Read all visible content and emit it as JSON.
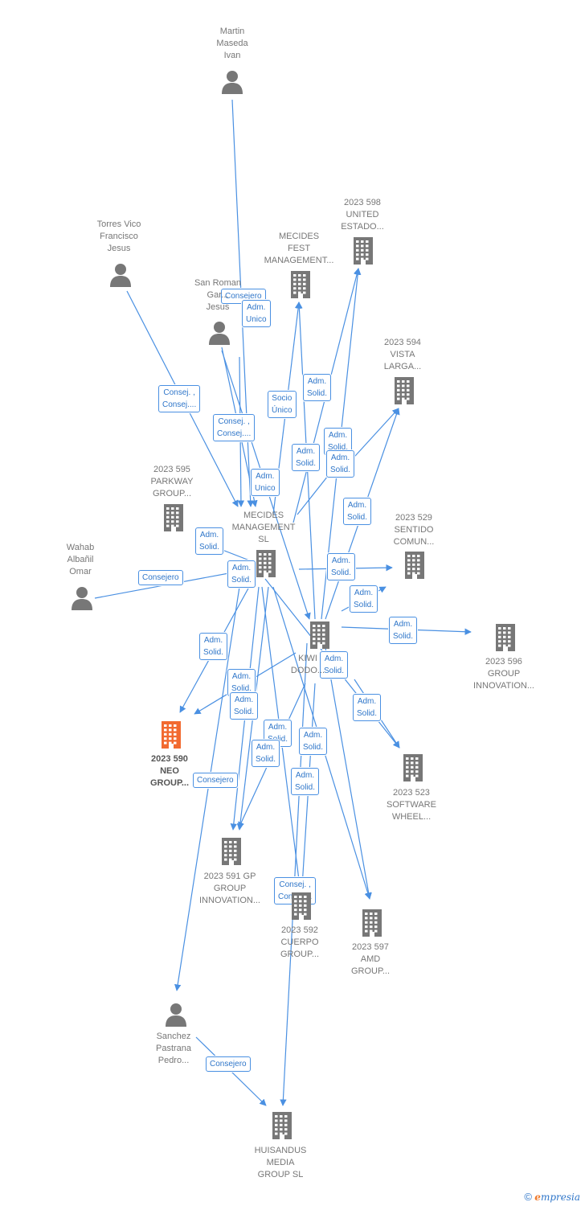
{
  "colors": {
    "edge": "#4a90e2",
    "node": "#777777",
    "highlight": "#f26a30"
  },
  "nodes": [
    {
      "id": "martin",
      "type": "person",
      "label": "Martin\nMaseda\nIvan"
    },
    {
      "id": "torres",
      "type": "person",
      "label": "Torres Vico\nFrancisco\nJesus"
    },
    {
      "id": "sanroman",
      "type": "person",
      "label": "San Roman\nGar...\nJesus"
    },
    {
      "id": "wahab",
      "type": "person",
      "label": "Wahab\nAlbañil\nOmar"
    },
    {
      "id": "sanchez",
      "type": "person",
      "label": "Sanchez\nPastrana\nPedro..."
    },
    {
      "id": "mecidesfest",
      "type": "company",
      "label": "MECIDES\nFEST\nMANAGEMENT..."
    },
    {
      "id": "u598",
      "type": "company",
      "label": "2023 598\nUNITED\nESTADO..."
    },
    {
      "id": "vista594",
      "type": "company",
      "label": "2023 594\nVISTA\nLARGA..."
    },
    {
      "id": "parkway595",
      "type": "company",
      "label": "2023 595\nPARKWAY\nGROUP..."
    },
    {
      "id": "mecides",
      "type": "company",
      "label": "MECIDES\nMANAGEMENT\nSL"
    },
    {
      "id": "sentido529",
      "type": "company",
      "label": "2023 529\nSENTIDO\nCOMUN..."
    },
    {
      "id": "kiwi",
      "type": "company",
      "label": "KIWI\nDODO..."
    },
    {
      "id": "group596",
      "type": "company",
      "label": "2023 596\nGROUP\nINNOVATION..."
    },
    {
      "id": "neo590",
      "type": "company",
      "main": true,
      "label": "2023 590\nNEO\nGROUP..."
    },
    {
      "id": "software523",
      "type": "company",
      "label": "2023 523\nSOFTWARE\nWHEEL..."
    },
    {
      "id": "gp591",
      "type": "company",
      "label": "2023 591 GP\nGROUP\nINNOVATION..."
    },
    {
      "id": "cuerpo592",
      "type": "company",
      "label": "2023 592\nCUERPO\nGROUP..."
    },
    {
      "id": "amd597",
      "type": "company",
      "label": "2023 597\nAMD\nGROUP..."
    },
    {
      "id": "huisandus",
      "type": "company",
      "label": "HUISANDUS\nMEDIA\nGROUP  SL"
    }
  ],
  "edge_labels": [
    {
      "id": "el1",
      "text": "Consejero"
    },
    {
      "id": "el2",
      "text": "Adm.\nUnico"
    },
    {
      "id": "el3",
      "text": "Consej. ,\nConsej...."
    },
    {
      "id": "el4",
      "text": "Consej. ,\nConsej...."
    },
    {
      "id": "el5",
      "text": "Socio\nÚnico"
    },
    {
      "id": "el6",
      "text": "Adm.\nSolid."
    },
    {
      "id": "el7",
      "text": "Adm.\nSolid."
    },
    {
      "id": "el8",
      "text": "Adm.\nSolid."
    },
    {
      "id": "el9",
      "text": "Adm.\nSolid."
    },
    {
      "id": "el10",
      "text": "Adm.\nUnico"
    },
    {
      "id": "el11",
      "text": "Adm.\nSolid."
    },
    {
      "id": "el12",
      "text": "Adm.\nSolid."
    },
    {
      "id": "el13",
      "text": "Consejero"
    },
    {
      "id": "el14",
      "text": "Adm.\nSolid."
    },
    {
      "id": "el15",
      "text": "Adm.\nSolid."
    },
    {
      "id": "el16",
      "text": "Adm.\nSolid."
    },
    {
      "id": "el17",
      "text": "Adm.\nSolid."
    },
    {
      "id": "el18",
      "text": "Adm.\nSolid."
    },
    {
      "id": "el19",
      "text": "Adm.\nSolid."
    },
    {
      "id": "el20",
      "text": "Adm.\nSolid."
    },
    {
      "id": "el21",
      "text": "Adm.\nSolid."
    },
    {
      "id": "el22",
      "text": "Adm.\nSolid."
    },
    {
      "id": "el23",
      "text": "Adm.\nSolid."
    },
    {
      "id": "el24",
      "text": "Adm.\nSolid."
    },
    {
      "id": "el25",
      "text": "Consejero"
    },
    {
      "id": "el26",
      "text": "Adm.\nSolid."
    },
    {
      "id": "el27",
      "text": "Adm.\nSolid."
    },
    {
      "id": "el28",
      "text": "Consej. ,\nConsej...."
    },
    {
      "id": "el29",
      "text": "Consejero"
    }
  ],
  "brand": {
    "copyright": "©",
    "e": "e",
    "rest": "mpresia"
  }
}
